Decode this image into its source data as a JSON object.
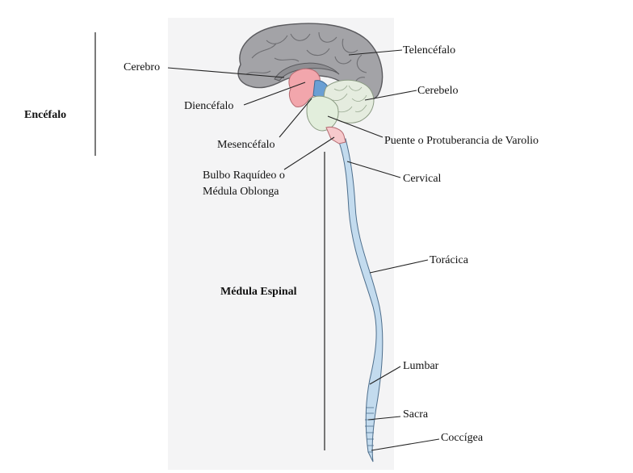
{
  "sections": {
    "brain": "Encéfalo",
    "spinal_cord": "Médula Espinal"
  },
  "labels": {
    "cerebro": "Cerebro",
    "telencefalo": "Telencéfalo",
    "cerebelo": "Cerebelo",
    "diencefalo": "Diencéfalo",
    "puente": "Puente o Protuberancia de Varolio",
    "mesencefalo": "Mesencéfalo",
    "bulbo_line1": "Bulbo Raquídeo o",
    "bulbo_line2": "Médula Oblonga",
    "cervical": "Cervical",
    "toracica": "Torácica",
    "lumbar": "Lumbar",
    "sacra": "Sacra",
    "coccigea": "Coccígea"
  },
  "colors": {
    "cerebrum": "#a3a3a7",
    "cerebrum_outline": "#5a5a5e",
    "diencephalon": "#f2a6ac",
    "midbrain": "#6a9fd4",
    "cerebellum": "#e5ecdf",
    "pons": "#e2eedc",
    "medulla": "#f6c9cc",
    "spinal_cord": "#c3dbee",
    "background_panel": "#f4f4f5"
  }
}
